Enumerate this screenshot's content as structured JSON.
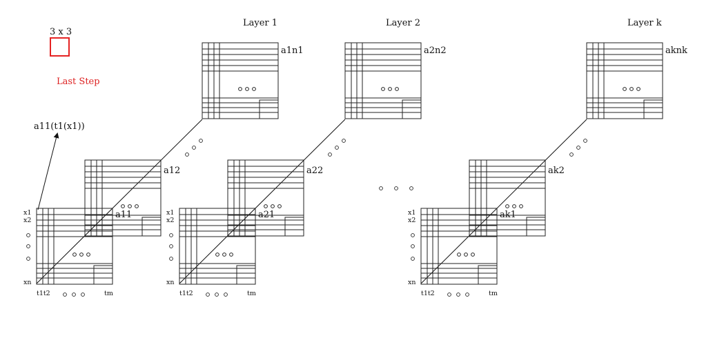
{
  "legend": {
    "kernel_label": "3 x 3",
    "last_step_label": "Last Step",
    "highlight_color": "#e52222"
  },
  "layers": {
    "layer1": "Layer 1",
    "layer2": "Layer 2",
    "layerk": "Layer k"
  },
  "grids": {
    "a1n1": "a1n1",
    "a12": "a12",
    "a11": "a11",
    "a2n2": "a2n2",
    "a22": "a22",
    "a21": "a21",
    "aknk": "aknk",
    "ak2": "ak2",
    "ak1": "ak1"
  },
  "annotation": "a11(t1(x1))",
  "rows": {
    "x1": "x1",
    "x2": "x2",
    "xn": "xn"
  },
  "cols": {
    "t1t2": "t1t2",
    "tm": "tm"
  }
}
